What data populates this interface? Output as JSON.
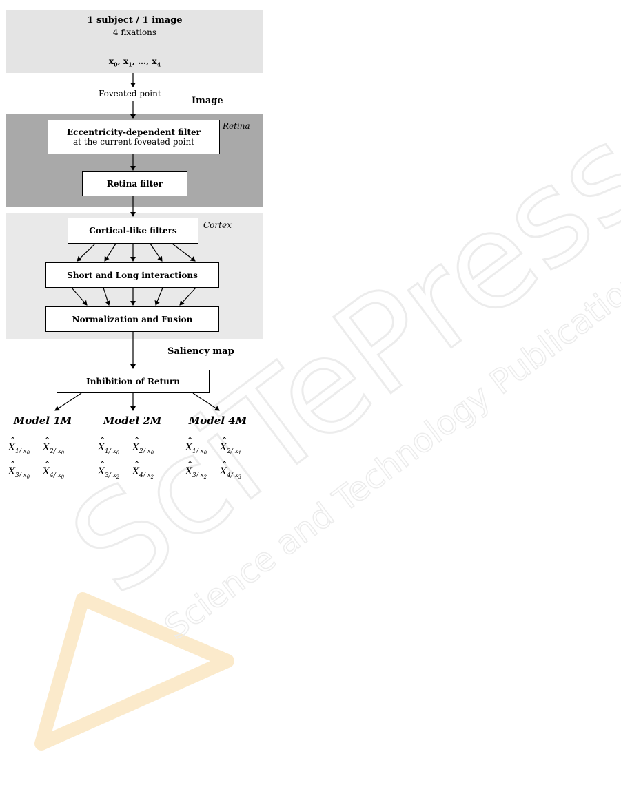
{
  "header": {
    "title": "1 subject / 1 image",
    "subtitle": "4 fixations",
    "fixations_prefix": "x",
    "fixations_list": [
      "0",
      "1",
      "4"
    ],
    "fixations_sep": ", ",
    "fixations_ellipsis": "…"
  },
  "labels": {
    "foveated_point": "Foveated point",
    "image": "Image",
    "retina": "Retina",
    "cortex": "Cortex",
    "saliency_map": "Saliency map"
  },
  "boxes": {
    "eccentricity_line1": "Eccentricity-dependent filter",
    "eccentricity_line2": "at the current foveated point",
    "retina_filter": "Retina filter",
    "cortical_filters": "Cortical-like filters",
    "interactions": "Short and Long interactions",
    "normalization": "Normalization and Fusion",
    "inhibition": "Inhibition of Return"
  },
  "models": [
    {
      "name": "Model 1M",
      "estimates": [
        {
          "i": "1",
          "x": "0"
        },
        {
          "i": "2",
          "x": "0"
        },
        {
          "i": "3",
          "x": "0"
        },
        {
          "i": "4",
          "x": "0"
        }
      ]
    },
    {
      "name": "Model 2M",
      "estimates": [
        {
          "i": "1",
          "x": "0"
        },
        {
          "i": "2",
          "x": "0"
        },
        {
          "i": "3",
          "x": "2"
        },
        {
          "i": "4",
          "x": "2"
        }
      ]
    },
    {
      "name": "Model 4M",
      "estimates": [
        {
          "i": "1",
          "x": "0"
        },
        {
          "i": "2",
          "x": "1"
        },
        {
          "i": "3",
          "x": "2"
        },
        {
          "i": "4",
          "x": "3"
        }
      ]
    }
  ],
  "estimate_symbol": "X",
  "estimate_sep": "/",
  "estimate_var": "X",
  "watermark": {
    "main": "SciTePress",
    "sub": "Science and Technology Publications",
    "color": "#d9d9d9"
  }
}
